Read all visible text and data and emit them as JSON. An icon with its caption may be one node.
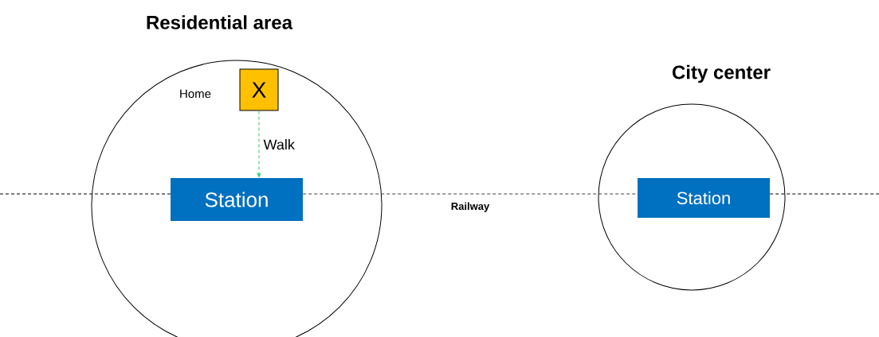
{
  "diagram": {
    "nodes": [
      {
        "text": [
          "Residential area"
        ]
      },
      {
        "text": [
          "X"
        ],
        "in": 0,
        "beside": [
          "Home"
        ]
      },
      {
        "text": [
          "Station"
        ],
        "in": 0
      },
      {
        "text": [
          "City center"
        ]
      },
      {
        "text": [
          "Station"
        ],
        "in": 3
      }
    ],
    "edges": [
      {
        "from": 1,
        "to": 2,
        "arrow": "to",
        "label": "Walk",
        "style": "dashed",
        "color": "#33cc66"
      },
      {
        "from": 2,
        "to": 4,
        "arrow": "none",
        "label": "Railway",
        "style": "dashed",
        "color": "#404040"
      }
    ]
  }
}
